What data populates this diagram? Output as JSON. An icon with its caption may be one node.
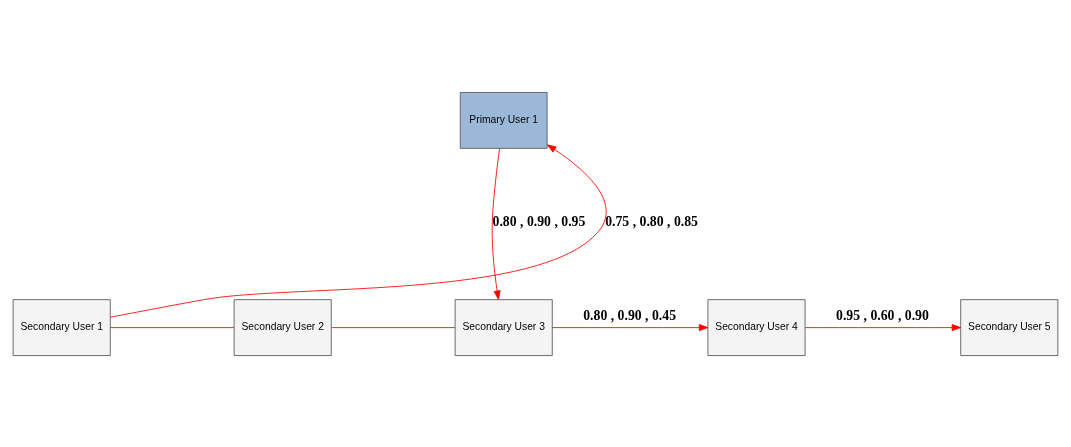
{
  "diagram": {
    "nodes": [
      {
        "text": [
          "Primary User 1"
        ]
      },
      {
        "text": [
          "Secondary User 1"
        ]
      },
      {
        "text": [
          "Secondary User 2"
        ]
      },
      {
        "text": [
          "Secondary User 3"
        ]
      },
      {
        "text": [
          "Secondary User 4"
        ]
      },
      {
        "text": [
          "Secondary User 5"
        ]
      }
    ],
    "edges": [
      {
        "from": 1,
        "to": 0,
        "arrow": "to",
        "label": "0.75 , 0.80 , 0.85"
      },
      {
        "from": 0,
        "to": 3,
        "arrow": "to",
        "label": "0.80 , 0.90 , 0.95"
      },
      {
        "from": 1,
        "to": 2,
        "arrow": "none"
      },
      {
        "from": 2,
        "to": 3,
        "arrow": "none"
      },
      {
        "from": 3,
        "to": 4,
        "arrow": "to",
        "label": "0.80 , 0.90 , 0.45"
      },
      {
        "from": 4,
        "to": 5,
        "arrow": "to",
        "label": "0.95 , 0.60 , 0.90"
      }
    ]
  }
}
